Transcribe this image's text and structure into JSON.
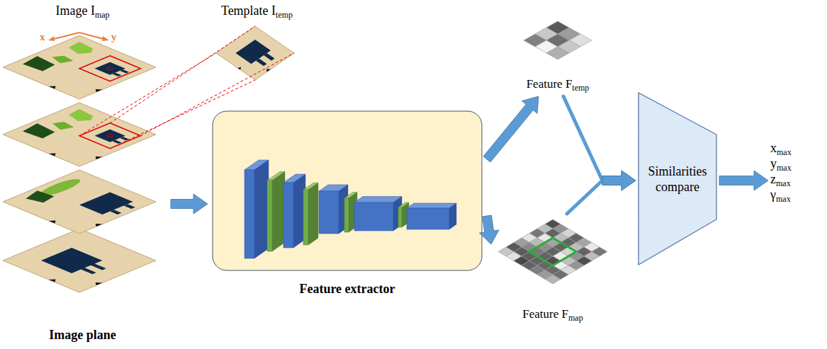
{
  "diagram": {
    "nodes": [
      {
        "text": [
          "Image I",
          "map",
          "Image plane"
        ]
      },
      {
        "text": [
          "Template I",
          "temp"
        ]
      },
      {
        "text": [
          "Feature extractor"
        ]
      },
      {
        "text": [
          "Feature F",
          "temp"
        ]
      },
      {
        "text": [
          "Feature F",
          "map"
        ]
      },
      {
        "text": [
          "Similarities compare"
        ]
      },
      {
        "text": [
          "x",
          "max",
          "y",
          "max",
          "z",
          "max",
          "γ",
          "max"
        ]
      }
    ],
    "edges": [
      {
        "from": 0,
        "to": 2,
        "arrow": "to"
      },
      {
        "from": 2,
        "to": 3,
        "arrow": "to"
      },
      {
        "from": 2,
        "to": 4,
        "arrow": "to"
      },
      {
        "from": 3,
        "to": 5,
        "arrow": "to"
      },
      {
        "from": 4,
        "to": 5,
        "arrow": "to"
      },
      {
        "from": 5,
        "to": 6,
        "arrow": "to"
      }
    ],
    "labels": [
      "x",
      "y"
    ]
  }
}
